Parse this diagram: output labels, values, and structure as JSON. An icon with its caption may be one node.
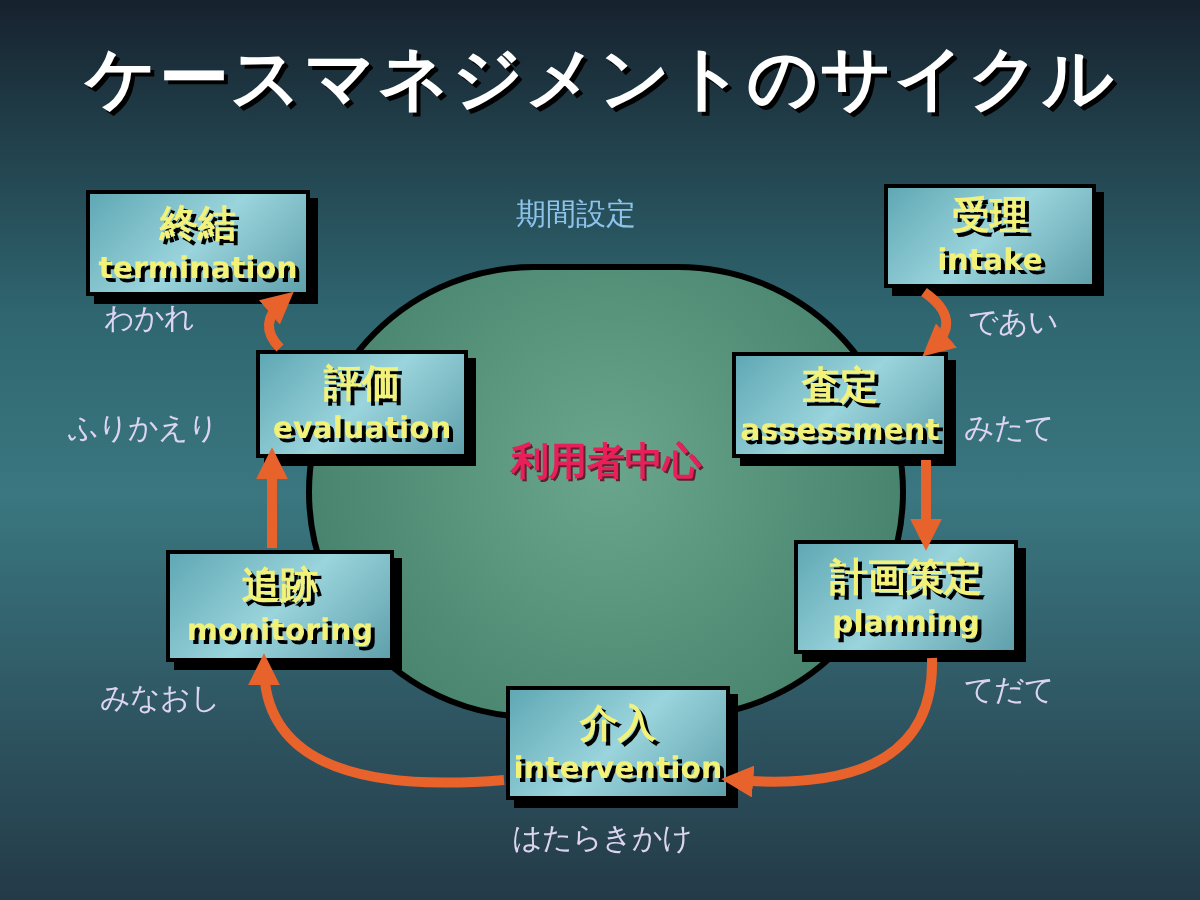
{
  "diagram": {
    "title": "ケースマネジメントのサイクル",
    "nodes": [
      {
        "text": [
          "利用者中心"
        ]
      },
      {
        "text": [
          "受理",
          "intake"
        ],
        "beside": [
          "であい"
        ]
      },
      {
        "text": [
          "査定",
          "assessment"
        ],
        "beside": [
          "みたて"
        ]
      },
      {
        "text": [
          "計画策定",
          "planning"
        ],
        "beside": [
          "てだて"
        ]
      },
      {
        "text": [
          "介入",
          "intervention"
        ],
        "beside": [
          "はたらきかけ"
        ]
      },
      {
        "text": [
          "追跡",
          "monitoring"
        ],
        "beside": [
          "みなおし"
        ]
      },
      {
        "text": [
          "評価",
          "evaluation"
        ],
        "beside": [
          "ふりかえり"
        ]
      },
      {
        "text": [
          "終結",
          "termination"
        ],
        "beside": [
          "わかれ"
        ]
      }
    ],
    "edges": [
      {
        "from": 1,
        "to": 2,
        "arrow": "to"
      },
      {
        "from": 2,
        "to": 3,
        "arrow": "to"
      },
      {
        "from": 3,
        "to": 4,
        "arrow": "to"
      },
      {
        "from": 4,
        "to": 5,
        "arrow": "to"
      },
      {
        "from": 5,
        "to": 6,
        "arrow": "to"
      },
      {
        "from": 6,
        "to": 7,
        "arrow": "to"
      }
    ],
    "labels": [
      "期間設定"
    ]
  }
}
